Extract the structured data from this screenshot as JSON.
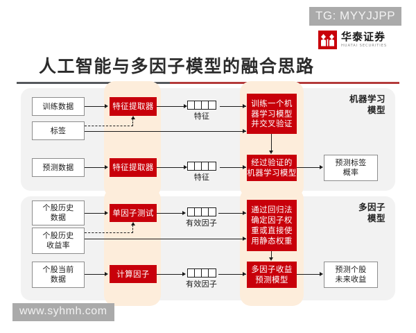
{
  "watermarks": {
    "top": "TG: MYYJJPP",
    "bottom": "www.syhmh.com"
  },
  "logo": {
    "name_cn": "华泰证券",
    "name_en": "HUATAI SECURITIES",
    "icon": "huatai-diamond-mark",
    "color": "#c8000a"
  },
  "title": "人工智能与多因子模型的融合思路",
  "colors": {
    "red": "#c8000a",
    "beige": "#fdeddb",
    "panel_gray": "#f2f2f2",
    "divider_left": "#55585c",
    "divider_right": "#b33a3a",
    "watermark_bg": "#aaaaaa"
  },
  "panels": [
    {
      "id": "machine-learning",
      "label": "机器学习\n模型",
      "label_line1": "机器学习",
      "label_line2": "模型",
      "inputs": [
        {
          "id": "training-data",
          "text": "训练数据"
        },
        {
          "id": "label",
          "text": "标签"
        },
        {
          "id": "prediction-data",
          "text": "预测数据"
        }
      ],
      "stage1": [
        {
          "id": "feature-extractor-train",
          "text": "特征提取器"
        },
        {
          "id": "feature-extractor-predict",
          "text": "特征提取器"
        }
      ],
      "vectors": [
        {
          "id": "feature-vector-train",
          "label": "特征",
          "cells": 4
        },
        {
          "id": "feature-vector-predict",
          "label": "特征",
          "cells": 4
        }
      ],
      "stage2": [
        {
          "id": "train-ml-model",
          "lines": [
            "训练一个机",
            "器学习模型",
            "并交叉验证"
          ]
        },
        {
          "id": "validated-ml-model",
          "lines": [
            "经过验证的",
            "机器学习模型"
          ]
        }
      ],
      "outputs": [
        {
          "id": "predicted-label-probability",
          "lines": [
            "预测标签",
            "概率"
          ]
        }
      ]
    },
    {
      "id": "multi-factor",
      "label": "多因子\n模型",
      "label_line1": "多因子",
      "label_line2": "模型",
      "inputs": [
        {
          "id": "stock-history-data",
          "lines": [
            "个股历史",
            "数据"
          ]
        },
        {
          "id": "stock-history-return",
          "lines": [
            "个股历史",
            "收益率"
          ]
        },
        {
          "id": "stock-current-data",
          "lines": [
            "个股当前",
            "数据"
          ]
        }
      ],
      "stage1": [
        {
          "id": "single-factor-test",
          "text": "单因子测试"
        },
        {
          "id": "compute-factor",
          "text": "计算因子"
        }
      ],
      "vectors": [
        {
          "id": "valid-factor-vector-1",
          "label": "有效因子",
          "cells": 4
        },
        {
          "id": "valid-factor-vector-2",
          "label": "有效因子",
          "cells": 4
        }
      ],
      "stage2": [
        {
          "id": "regression-weight",
          "lines": [
            "通过回归法",
            "确定因子权",
            "重或直接使",
            "用静态权重"
          ]
        },
        {
          "id": "multi-factor-return-model",
          "lines": [
            "多因子收益",
            "预测模型"
          ]
        }
      ],
      "outputs": [
        {
          "id": "predicted-stock-future-return",
          "lines": [
            "预测个股",
            "未来收益"
          ]
        }
      ]
    }
  ]
}
